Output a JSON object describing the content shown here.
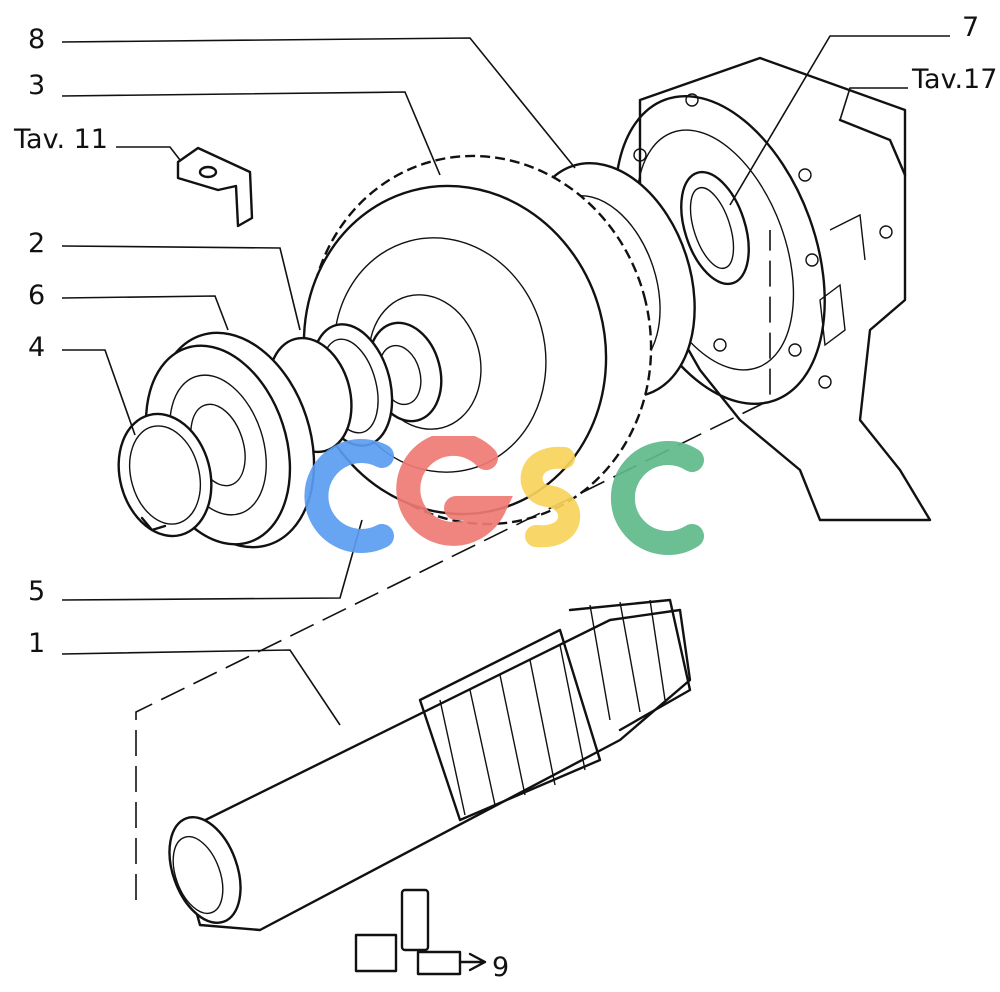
{
  "callouts": {
    "c8": "8",
    "c3": "3",
    "tav11": "Tav. 11",
    "c2": "2",
    "c6": "6",
    "c4": "4",
    "c5": "5",
    "c1": "1",
    "c7": "7",
    "tav17": "Tav.17",
    "c9": "9"
  },
  "watermark": {
    "letters": [
      "C",
      "G",
      "S",
      "C"
    ],
    "colors": [
      "#5a9cf0",
      "#ef7a74",
      "#f7d35a",
      "#5fb88a"
    ]
  },
  "icons": [
    "gearbox-housing-icon",
    "shaft-icon",
    "gear-icon",
    "bearing-icon",
    "snap-ring-icon",
    "bracket-icon",
    "sealant-tube-icon"
  ]
}
